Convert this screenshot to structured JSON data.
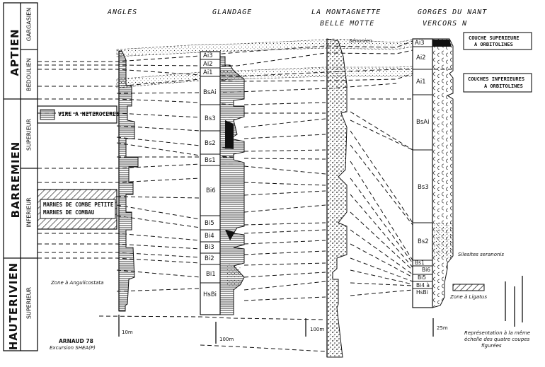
{
  "stages": {
    "aptien": "APTIEN",
    "barremien": "BARREMIEN",
    "hauterivien": "HAUTERIVIEN"
  },
  "substages": {
    "gargasien": "GARGASIEN",
    "bedoulien": "BEDOULIEN",
    "barremien_superieur": "SUPERIEUR",
    "barremien_inferieur": "INFERIEUR",
    "hauterivien_superieur": "SUPERIEUR"
  },
  "markers": {
    "vire": "VIRE A HETEROCERES",
    "combe_petite": "MARNES DE COMBE PETITE",
    "combau": "MARNES DE COMBAU"
  },
  "columns": {
    "angles": "ANGLES",
    "glandage": "GLANDAGE",
    "montagnette_1": "LA MONTAGNETTE",
    "montagnette_2": "BELLE MOTTE",
    "nant_1": "GORGES DU NANT",
    "nant_2": "VERCORS N"
  },
  "glandage_units": [
    "Ai3",
    "Ai2",
    "Ai1",
    "BsAi",
    "Bs3",
    "Bs2",
    "Bs1",
    "Bi6",
    "Bi5",
    "Bi4",
    "Bi3",
    "Bi2",
    "Bi1",
    "HsBi"
  ],
  "nant_units": [
    "Ai3",
    "Ai2",
    "Ai1",
    "BsAi",
    "Bs3",
    "Bs2",
    "Bs1",
    "Bi6",
    "Bi5",
    "Bi4 à",
    "HsBi"
  ],
  "notes": {
    "senonien": "Sénonien",
    "zone_angulicostata": "Zone à Angulicostata",
    "silesites": "Silesites seranonis",
    "zone_ligatus": "Zone à Ligatus",
    "couche_sup_1": "COUCHE SUPERIEURE",
    "couche_sup_2": "A ORBITOLINES",
    "couche_inf_1": "COUCHES INFERIEURES",
    "couche_inf_2": "A ORBITOLINES",
    "author_1": "ARNAUD 78",
    "author_2": "Excursion SHEA(P)",
    "scale_note_1": "Représentation à la même",
    "scale_note_2": "échelle des quatre coupes",
    "scale_note_3": "figurées"
  },
  "scales": {
    "angles": "10m",
    "glandage": "100m",
    "montagnette": "100m",
    "nant": "25m"
  }
}
